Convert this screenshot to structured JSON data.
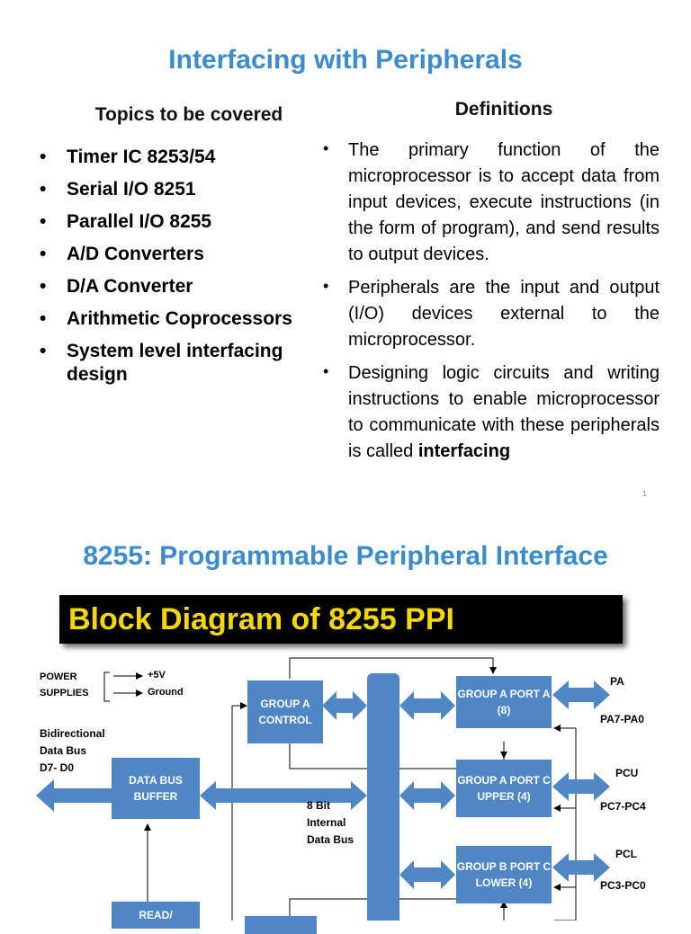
{
  "slide1": {
    "title": "Interfacing with Peripherals",
    "topics_heading": "Topics to be covered",
    "topics": [
      "Timer IC 8253/54",
      "Serial I/O 8251",
      "Parallel I/O 8255",
      "A/D Converters",
      "D/A Converter",
      "Arithmetic Coprocessors",
      "System level interfacing design"
    ],
    "definitions_heading": "Definitions",
    "definitions": [
      "The primary function of the microprocessor is to accept data from input devices, execute instructions (in the form of program), and send results to output devices.",
      "Peripherals are the input and output (I/O) devices external to the microprocessor."
    ],
    "definition3_text": "Designing logic circuits and writing instructions to enable microprocessor to communicate with these peripherals is called ",
    "definition3_bold": "interfacing",
    "page_number": "1"
  },
  "slide2": {
    "title": "8255: Programmable Peripheral Interface",
    "banner": "Block Diagram of 8255 PPI",
    "power": "POWER",
    "supplies": "SUPPLIES",
    "plus5v": "+5V",
    "ground": "Ground",
    "bidir_1": "Bidirectional",
    "bidir_2": "Data Bus",
    "bidir_3": "D7- D0",
    "group_a_control": "GROUP A CONTROL",
    "data_bus_buffer": "DATA BUS BUFFER",
    "internal_bus_1": "8 Bit",
    "internal_bus_2": "Internal",
    "internal_bus_3": "Data Bus",
    "group_a_port_a": "GROUP A PORT A (8)",
    "group_a_port_c": "GROUP A PORT C UPPER (4)",
    "group_b_port_c": "GROUP B PORT C LOWER (4)",
    "read_write": "READ/",
    "pa": "PA",
    "pa_range": "PA7-PA0",
    "pcu": "PCU",
    "pcu_range": "PC7-PC4",
    "pcl": "PCL",
    "pcl_range": "PC3-PC0"
  }
}
